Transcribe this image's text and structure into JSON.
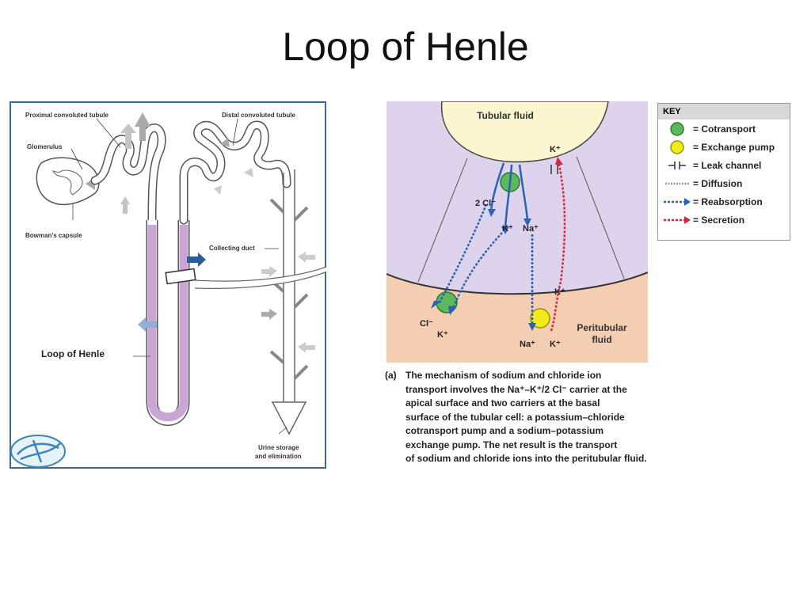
{
  "slide": {
    "title": "Loop of Henle"
  },
  "nephron": {
    "labels": {
      "proximal": "Proximal convoluted tubule",
      "distal": "Distal convoluted tubule",
      "glomerulus": "Glomerulus",
      "bowman": "Bowman's capsule",
      "collecting": "Collecting duct",
      "loop": "Loop of Henle",
      "urine_line1": "Urine storage",
      "urine_line2": "and elimination"
    }
  },
  "cell": {
    "tubular_fluid": "Tubular fluid",
    "peritubular_line1": "Peritubular",
    "peritubular_line2": "fluid",
    "ions": {
      "k_top": "K⁺",
      "two_cl": "2 Cl⁻",
      "k_mid": "K⁺",
      "na_mid": "Na⁺",
      "k_secretion": "K⁺",
      "cl_bottom": "Cl⁻",
      "k_bottom_left": "K⁺",
      "na_bottom": "Na⁺",
      "k_bottom_right": "K⁺"
    }
  },
  "key": {
    "title": "KEY",
    "items": [
      {
        "icon": "green-circle-icon",
        "label": "= Cotransport"
      },
      {
        "icon": "yellow-circle-icon",
        "label": "= Exchange pump"
      },
      {
        "icon": "leak-channel-icon",
        "label": "= Leak channel"
      },
      {
        "icon": "diffusion-line-icon",
        "label": "= Diffusion"
      },
      {
        "icon": "blue-dashed-arrow-icon",
        "label": "= Reabsorption"
      },
      {
        "icon": "red-dashed-arrow-icon",
        "label": "= Secretion"
      }
    ]
  },
  "caption": {
    "tag": "(a)",
    "lines": [
      "The mechanism of sodium and chloride ion",
      "transport involves the Na⁺–K⁺/2 Cl⁻ carrier at the",
      "apical surface and two carriers at the basal",
      "surface of the tubular cell: a potassium–chloride",
      "cotransport pump and a sodium–potassium",
      "exchange pump. The net result is the transport",
      "of sodium and chloride ions into the peritubular fluid."
    ]
  },
  "colors": {
    "loop_fill": "#c9a6d6",
    "cell_fill": "#ddd3ec",
    "tubular_fluid": "#fbf6cf",
    "peritubular": "#f4ceb2",
    "cotransport": "#5cb85c",
    "exchange": "#f2ea1a",
    "reabsorption": "#2a62b5",
    "secretion": "#d7263d",
    "logo": "#3a86b8"
  }
}
